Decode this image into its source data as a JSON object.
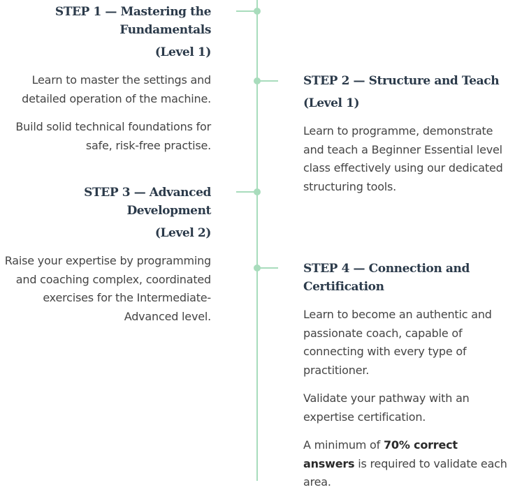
{
  "steps": [
    {
      "title": "STEP 1 — Mastering the Fundamentals",
      "level": "(Level 1)",
      "paragraphs": [
        "Learn to master the settings and detailed operation of the machine.",
        "Build solid technical foundations for safe, risk-free practise."
      ]
    },
    {
      "title": "STEP 2 — Structure and Teach",
      "level": "(Level 1)",
      "paragraphs": [
        "Learn to programme, demonstrate and teach a Beginner Essential level class effectively using our dedicated structuring tools."
      ]
    },
    {
      "title": "STEP 3 — Advanced Development",
      "level": "(Level 2)",
      "paragraphs": [
        "Raise your expertise by programming and coaching complex, coordinated exercises for the Intermediate-Advanced level."
      ]
    },
    {
      "title": "STEP 4 — Connection and Certification",
      "paragraphs": [
        "Learn to become an authentic and passionate coach, capable of connecting with every type of practitioner.",
        "Validate your pathway with an expertise certification."
      ],
      "final_note": {
        "prefix": "A minimum of",
        "emphasis": "70% correct answers",
        "suffix": "is required to validate each area."
      }
    }
  ],
  "colors": {
    "accent": "#a8dcbc",
    "title": "#2b3a4a",
    "text": "#444444"
  }
}
